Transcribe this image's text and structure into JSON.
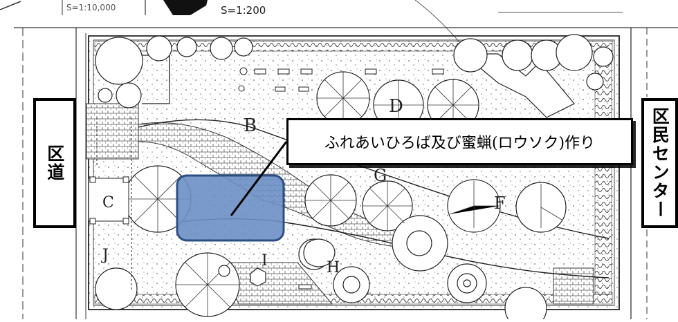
{
  "map": {
    "scale_main": "S=1:200",
    "scale_inset": "S=1:10,000",
    "callout": "ふれあいひろば及び蜜蝋(ロウソク)作り",
    "left_label": "区道",
    "right_label": "区民センター",
    "area_labels": [
      "B",
      "C",
      "D",
      "F",
      "G",
      "H",
      "I",
      "J"
    ],
    "highlight_color": "#6a8fc4",
    "highlight_stroke": "#2d4f86"
  }
}
